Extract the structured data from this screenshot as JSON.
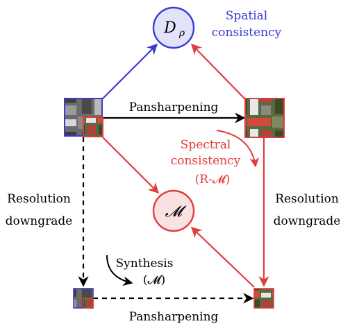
{
  "nodes": {
    "spatial_metric": {
      "symbol": "D",
      "subscript": "ρ"
    },
    "spectral_metric": {
      "symbol": "𝓜"
    }
  },
  "labels": {
    "spatial_consistency": [
      "Spatial",
      "consistency"
    ],
    "pansharpening_top": "Pansharpening",
    "spectral_consistency": [
      "Spectral",
      "consistency"
    ],
    "spectral_consistency_metric": "(R-𝓜)",
    "resolution_downgrade_left": [
      "Resolution",
      "downgrade"
    ],
    "resolution_downgrade_right": [
      "Resolution",
      "downgrade"
    ],
    "synthesis": "Synthesis",
    "synthesis_metric": "(𝓜)",
    "pansharpening_bottom": "Pansharpening"
  },
  "colors": {
    "spatial": "#3a3ad6",
    "spatial_fill": "#e2e2f8",
    "spectral": "#e03c3c",
    "spectral_fill": "#fbe1e1",
    "neutral": "#000000"
  }
}
